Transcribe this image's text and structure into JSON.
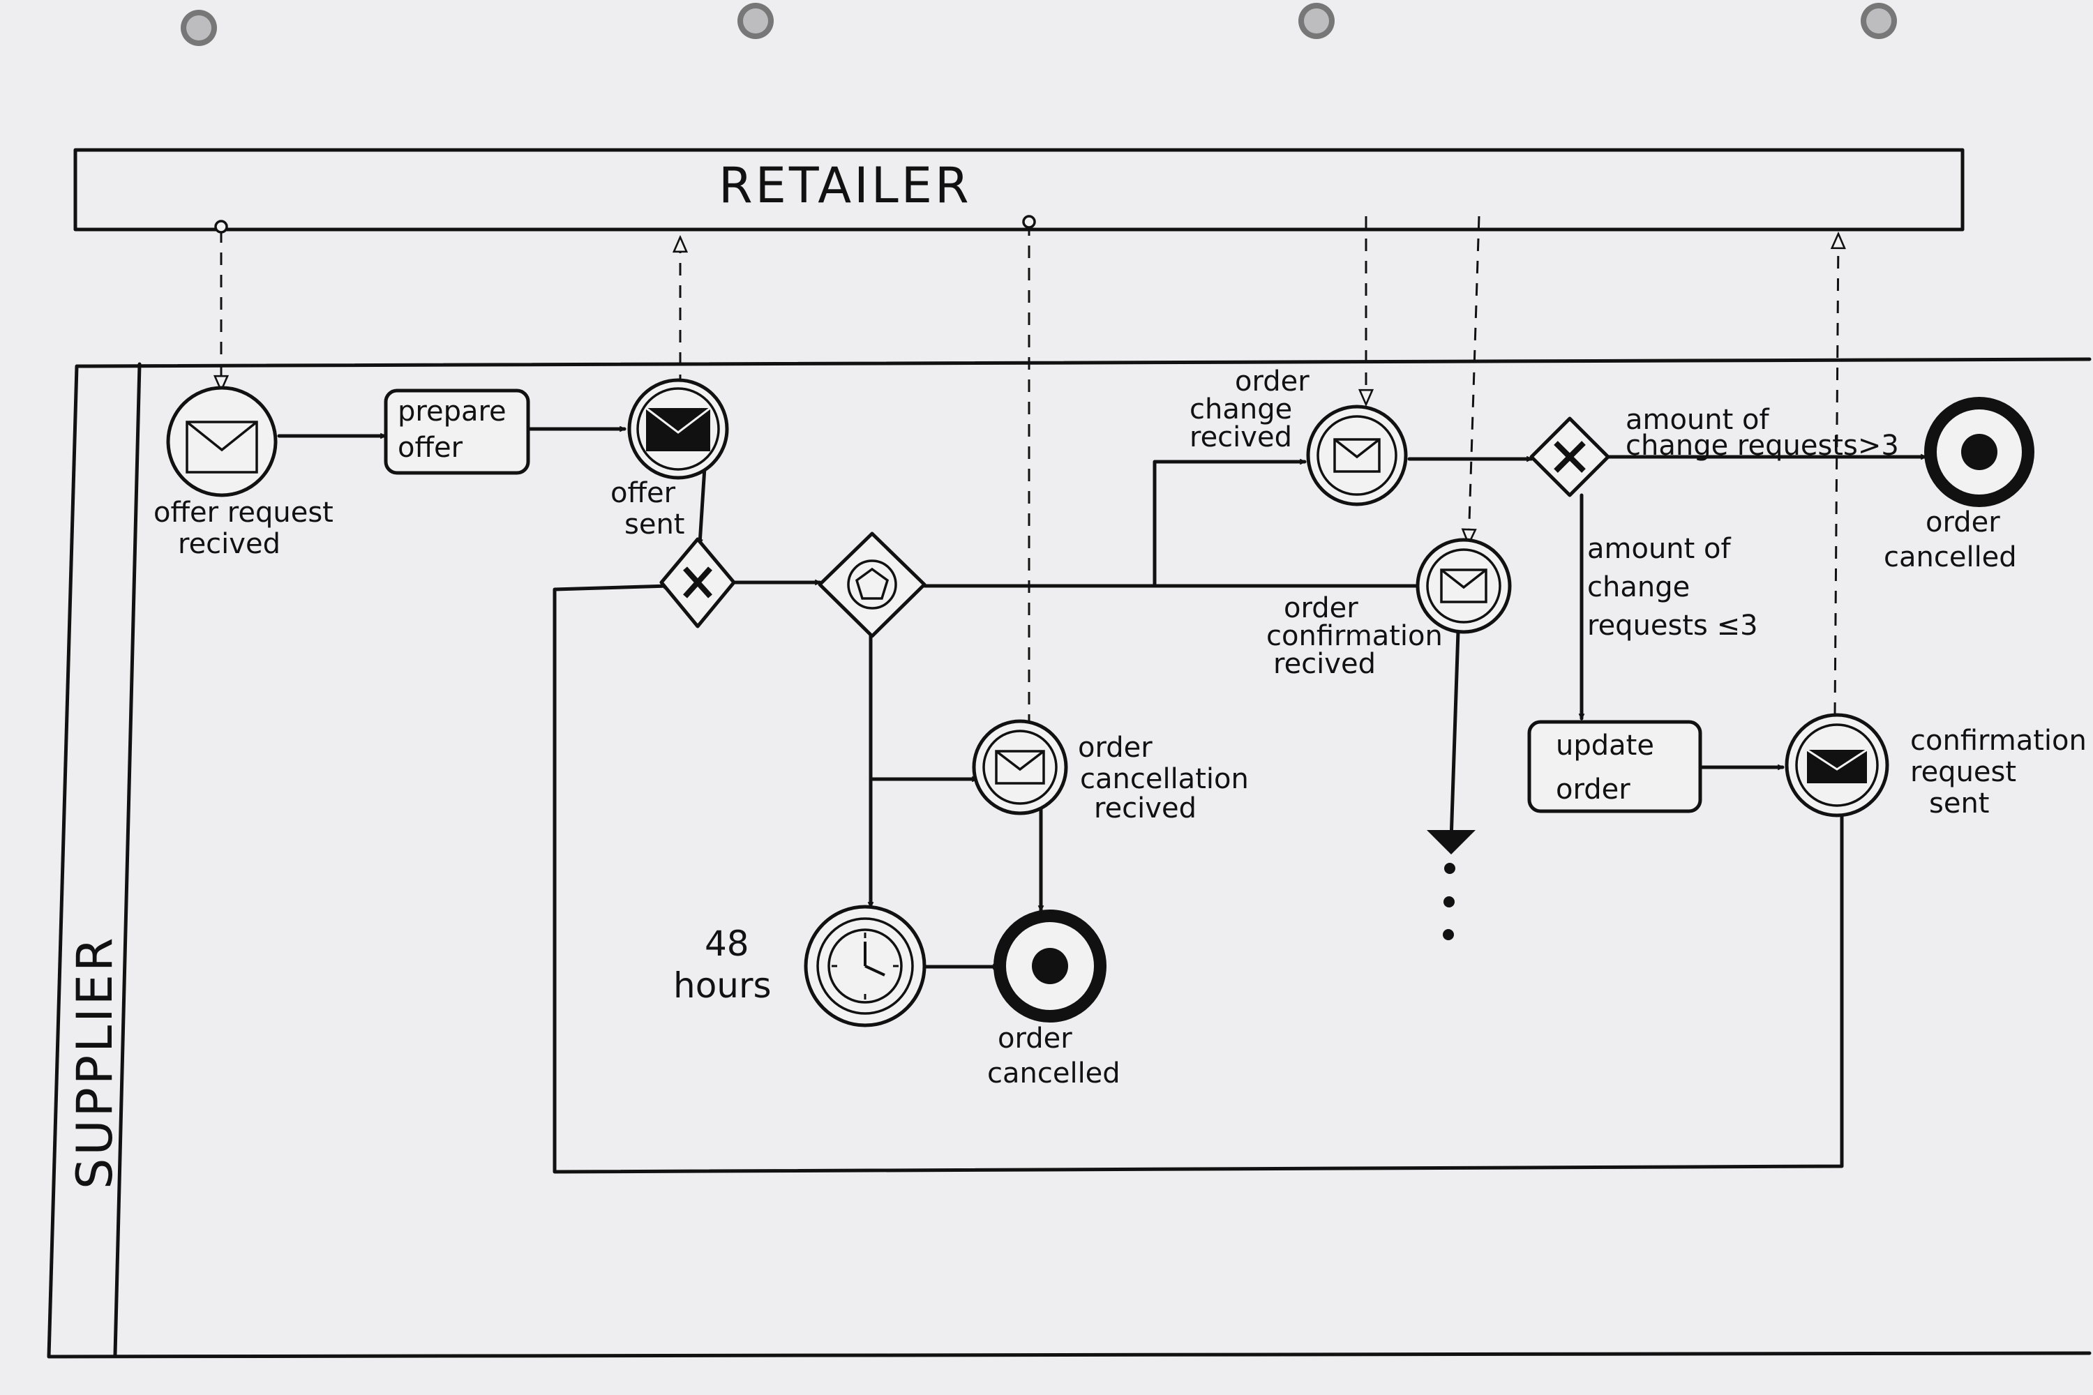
{
  "pools": {
    "retailer": "RETAILER",
    "supplier": "SUPPLIER"
  },
  "events": {
    "offer_request": [
      "offer request",
      "recived"
    ],
    "offer_sent": [
      "offer",
      "sent"
    ],
    "order_change": [
      "order",
      "change",
      "recived"
    ],
    "order_confirmation": [
      "order",
      "confirmation",
      "recived"
    ],
    "order_cancellation": [
      "order",
      "cancellation",
      "recived"
    ],
    "timer": [
      "48",
      "hours"
    ],
    "cancelled_top": [
      "order",
      "cancelled"
    ],
    "cancelled_bottom": [
      "order",
      "cancelled"
    ],
    "confirmation_request": [
      "confirmation",
      "request",
      "sent"
    ]
  },
  "tasks": {
    "prepare_offer": [
      "prepare",
      "offer"
    ],
    "update_order": [
      "update",
      "order"
    ]
  },
  "conditions": {
    "gt3": [
      "amount of",
      "change requests>3"
    ],
    "le3": [
      "amount of",
      "change",
      "requests ≤3"
    ]
  },
  "colors": {
    "ink": "#111111",
    "paper": "#eeeef0"
  }
}
